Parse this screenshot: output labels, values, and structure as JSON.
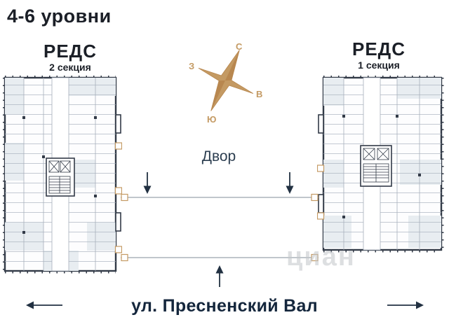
{
  "page": {
    "title": "4-6 уровни"
  },
  "buildings": {
    "left": {
      "name": "РЕДС",
      "section": "2 секция"
    },
    "right": {
      "name": "РЕДС",
      "section": "1 секция"
    }
  },
  "compass": {
    "north": "С",
    "east": "В",
    "south": "Ю",
    "west": "З",
    "color": "#c49a63"
  },
  "courtyard_label": "Двор",
  "street": {
    "name": "ул. Пресненский Вал"
  },
  "watermark": "циан",
  "colors": {
    "accent_tan": "#c49a63",
    "plan_wall": "#323a47",
    "plan_room_fill": "#e8edf1",
    "text_dark": "#1b1f27",
    "road_gray": "#9aa3ad"
  }
}
